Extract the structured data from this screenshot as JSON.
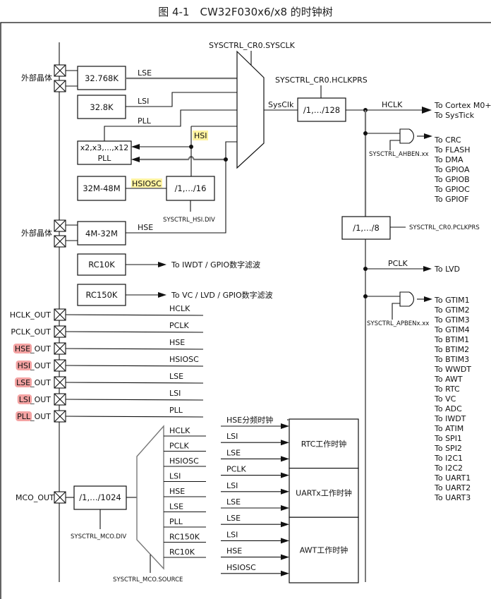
{
  "title": "图 4-1　CW32F030x6/x8 的时钟树",
  "pins": {
    "ext_crystal_1": "外部晶体",
    "ext_crystal_2": "外部晶体",
    "outputs": [
      {
        "prefix": "HCLK",
        "suffix": "_OUT",
        "highlight": false
      },
      {
        "prefix": "PCLK",
        "suffix": "_OUT",
        "highlight": false
      },
      {
        "prefix": "HSE",
        "suffix": "_OUT",
        "highlight": true
      },
      {
        "prefix": "HSI",
        "suffix": "_OUT",
        "highlight": true
      },
      {
        "prefix": "LSE",
        "suffix": "_OUT",
        "highlight": true
      },
      {
        "prefix": "LSI",
        "suffix": "_OUT",
        "highlight": true
      },
      {
        "prefix": "PLL",
        "suffix": "_OUT",
        "highlight": true
      }
    ],
    "output_signals": [
      "HCLK",
      "PCLK",
      "HSE",
      "HSIOSC",
      "LSE",
      "LSI",
      "PLL"
    ],
    "mco": "MCO_OUT"
  },
  "oscillators": {
    "lse": {
      "box": "32.768K",
      "signal": "LSE"
    },
    "lsi": {
      "box": "32.8K",
      "signal": "LSI"
    },
    "pll": {
      "box_line1": "x2,x3,...,x12",
      "box_line2": "PLL",
      "signal": "PLL"
    },
    "hsi": {
      "box": "32M-48M",
      "signal": "HSIOSC",
      "div": "/1,…/16",
      "div_reg": "SYSCTRL_HSI.DIV",
      "out": "HSI"
    },
    "hse": {
      "box": "4M-32M",
      "signal": "HSE"
    },
    "rc10k": {
      "box": "RC10K",
      "dest": "To IWDT / GPIO数字滤波"
    },
    "rc150k": {
      "box": "RC150K",
      "dest": "To VC / LVD / GPIO数字滤波"
    }
  },
  "sysclk": {
    "mux_reg": "SYSCTRL_CR0.SYSCLK",
    "out": "SysClk",
    "hclk_div": "/1,…/128",
    "hclk_reg": "SYSCTRL_CR0.HCLKPRS",
    "hclk": "HCLK",
    "hclk_dest": [
      "To Cortex M0+",
      "To SysTick"
    ],
    "ahb_gate_reg": "SYSCTRL_AHBEN.xx",
    "ahb_dest": [
      "To CRC",
      "To FLASH",
      "To DMA",
      "To GPIOA",
      "To GPIOB",
      "To GPIOC",
      "To GPIOF"
    ],
    "pclk_div": "/1,…/8",
    "pclk_reg": "SYSCTRL_CR0.PCLKPRS",
    "pclk": "PCLK",
    "pclk_dest": "To LVD",
    "apb_gate_reg": "SYSCTRL_APBENx.xx",
    "apb_dest": [
      "To GTIM1",
      "To GTIM2",
      "To GTIM3",
      "To GTIM4",
      "To BTIM1",
      "To BTIM2",
      "To BTIM3",
      "To WWDT",
      "To AWT",
      "To RTC",
      "To VC",
      "To ADC",
      "To IWDT",
      "To ATIM",
      "To SPI1",
      "To SPI2",
      "To I2C1",
      "To I2C2",
      "To UART1",
      "To UART2",
      "To UART3"
    ]
  },
  "mco": {
    "div": "/1,…/1024",
    "div_reg": "SYSCTRL_MCO.DIV",
    "source_reg": "SYSCTRL_MCO.SOURCE",
    "inputs": [
      "HCLK",
      "PCLK",
      "HSIOSC",
      "LSI",
      "HSE",
      "LSE",
      "PLL",
      "RC150K",
      "RC10K"
    ]
  },
  "peripheral_clocks": [
    {
      "name": "RTC工作时钟",
      "inputs": [
        "HSE分频时钟",
        "LSI",
        "LSE"
      ]
    },
    {
      "name": "UARTx工作时钟",
      "inputs": [
        "PCLK",
        "LSI",
        "LSE"
      ]
    },
    {
      "name": "AWT工作时钟",
      "inputs": [
        "LSE",
        "LSI",
        "HSE",
        "HSIOSC"
      ]
    }
  ],
  "colors": {
    "highlight_yellow": "#fff3a0",
    "highlight_red": "#f4a3a3"
  }
}
